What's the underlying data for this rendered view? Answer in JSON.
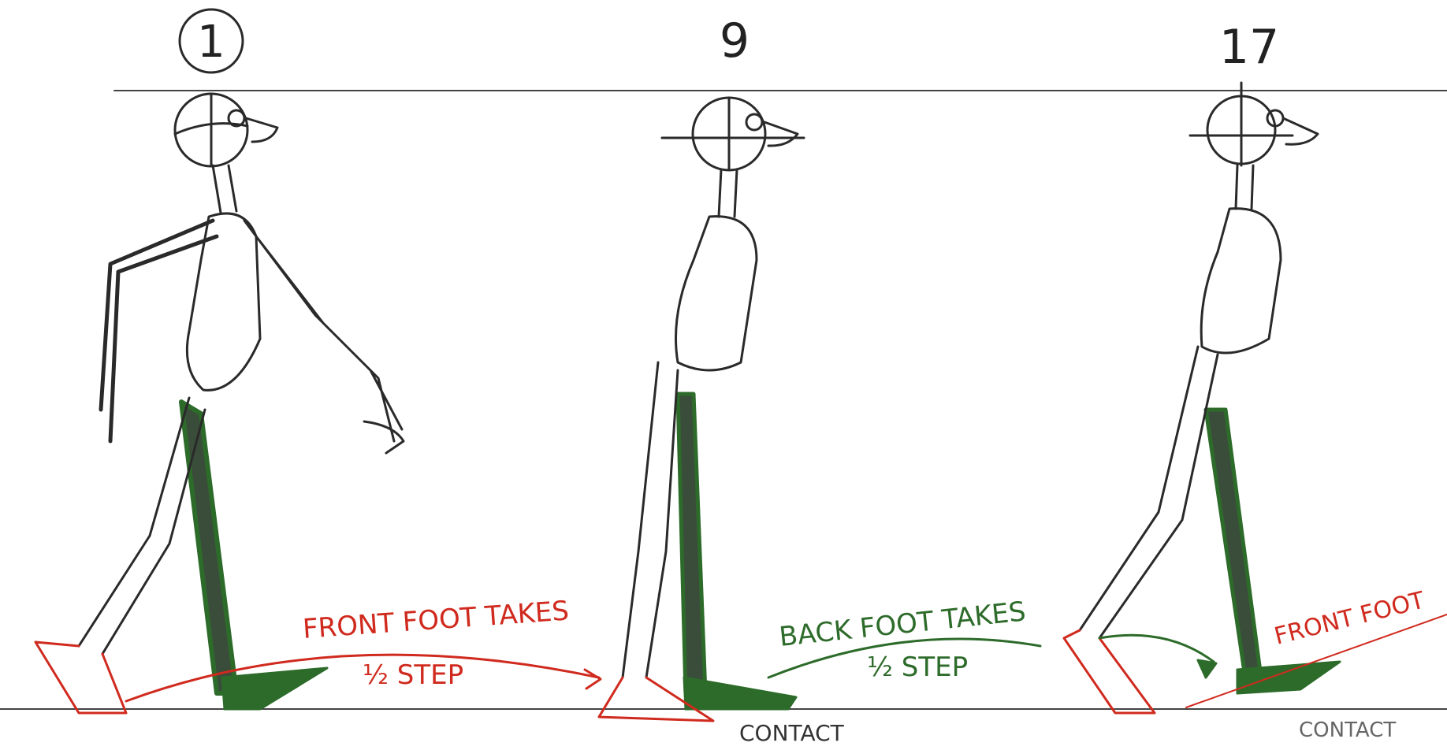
{
  "frame_numbers": [
    "1",
    "9",
    "17"
  ],
  "annotations": {
    "front_foot_takes": "FRONT FOOT TAKES",
    "half_step_1": "½ STEP",
    "back_foot_takes": "BACK FOOT TAKES",
    "half_step_2": "½ STEP",
    "front_foot": "FRONT FOOT",
    "contact_1": "CONTACT",
    "contact_2": "CONTACT"
  },
  "colors": {
    "ink": "#2a2a2a",
    "front_leg_red": "#d02a1e",
    "back_leg_green": "#2d6b2a",
    "paper": "#ffffff"
  }
}
